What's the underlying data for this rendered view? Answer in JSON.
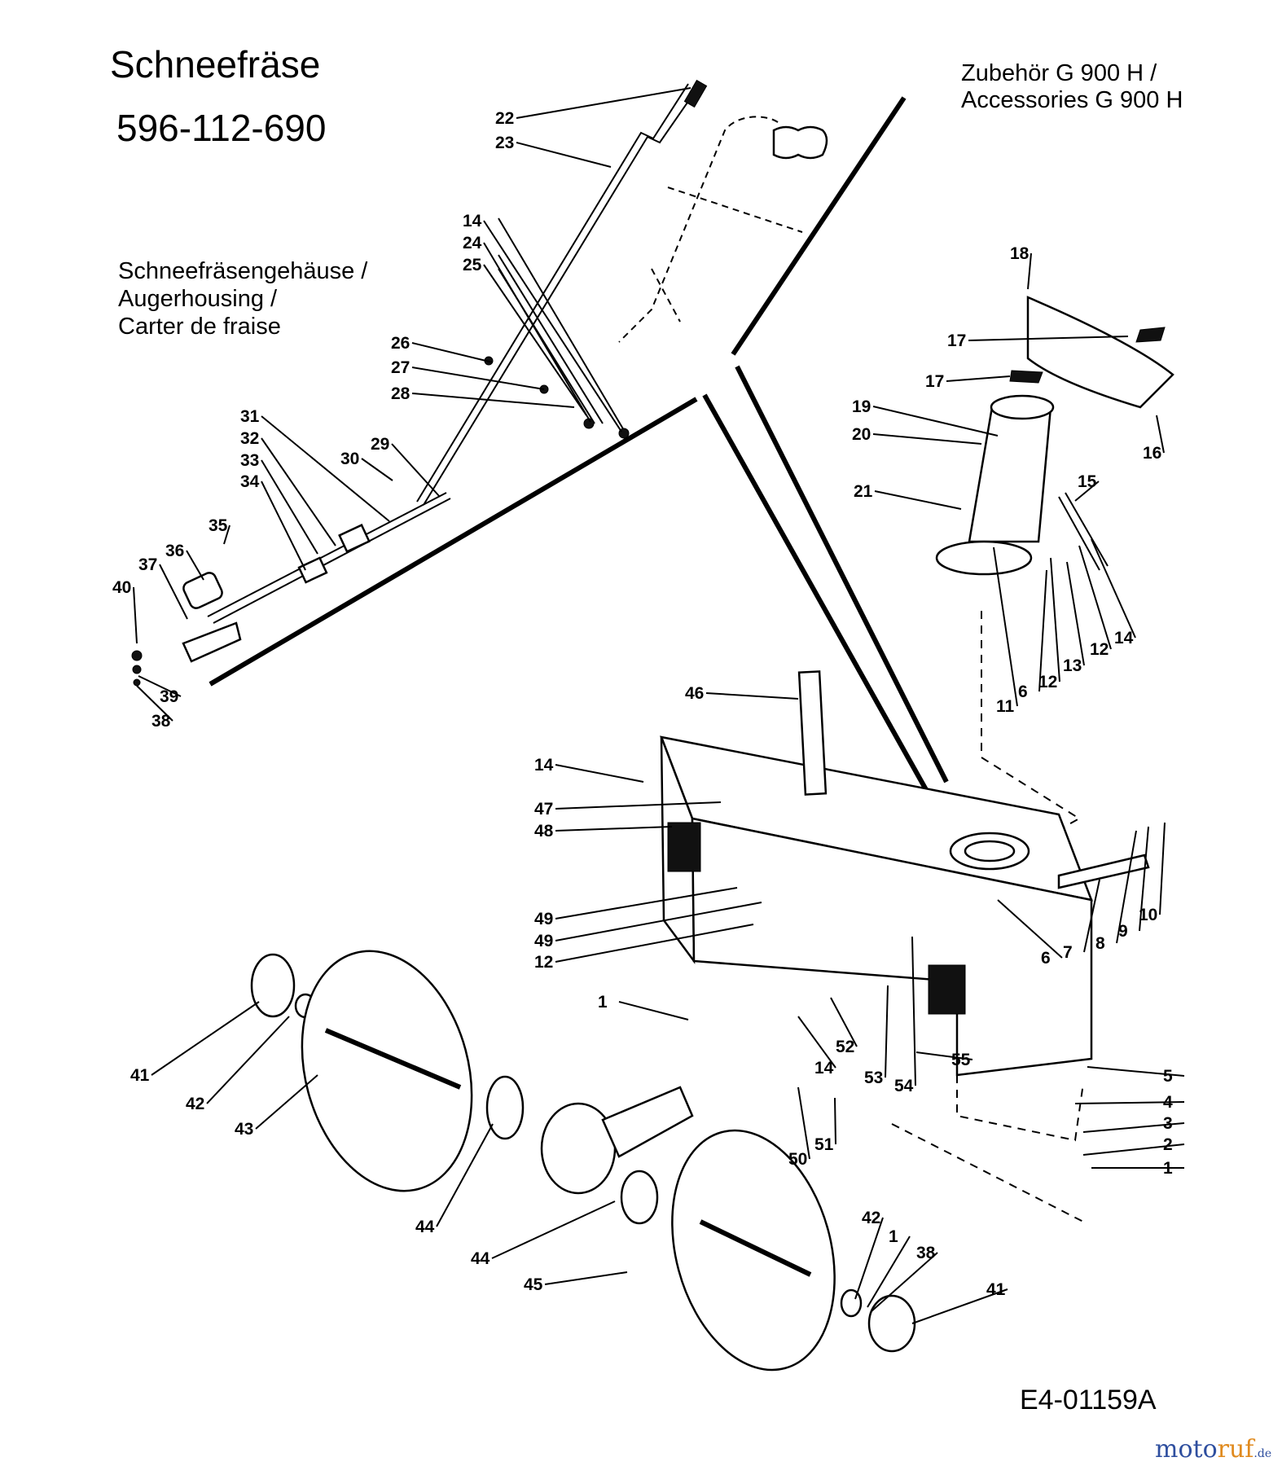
{
  "header": {
    "title": "Schneefräse",
    "part_number": "596-112-690"
  },
  "accessories_label": [
    "Zubehör G 900 H /",
    "Accessories  G 900 H"
  ],
  "housing_label": [
    "Schneefräsengehäuse /",
    "Augerhousing /",
    "Carter de fraise"
  ],
  "drawing_code": "E4-01159A",
  "watermark": {
    "part1": "moto",
    "part2": "ruf",
    "part3": ".de"
  },
  "callouts": [
    "22",
    "23",
    "14",
    "24",
    "25",
    "26",
    "27",
    "28",
    "29",
    "30",
    "31",
    "32",
    "33",
    "34",
    "35",
    "36",
    "37",
    "40",
    "39",
    "38",
    "18",
    "17",
    "17",
    "19",
    "20",
    "16",
    "21",
    "15",
    "11",
    "6",
    "12",
    "13",
    "12",
    "14",
    "46",
    "14",
    "47",
    "48",
    "49",
    "49",
    "12",
    "1",
    "52",
    "53",
    "54",
    "55",
    "14",
    "50",
    "51",
    "6",
    "7",
    "8",
    "9",
    "10",
    "5",
    "4",
    "3",
    "2",
    "1",
    "41",
    "42",
    "43",
    "44",
    "44",
    "45",
    "42",
    "1",
    "38",
    "41"
  ]
}
